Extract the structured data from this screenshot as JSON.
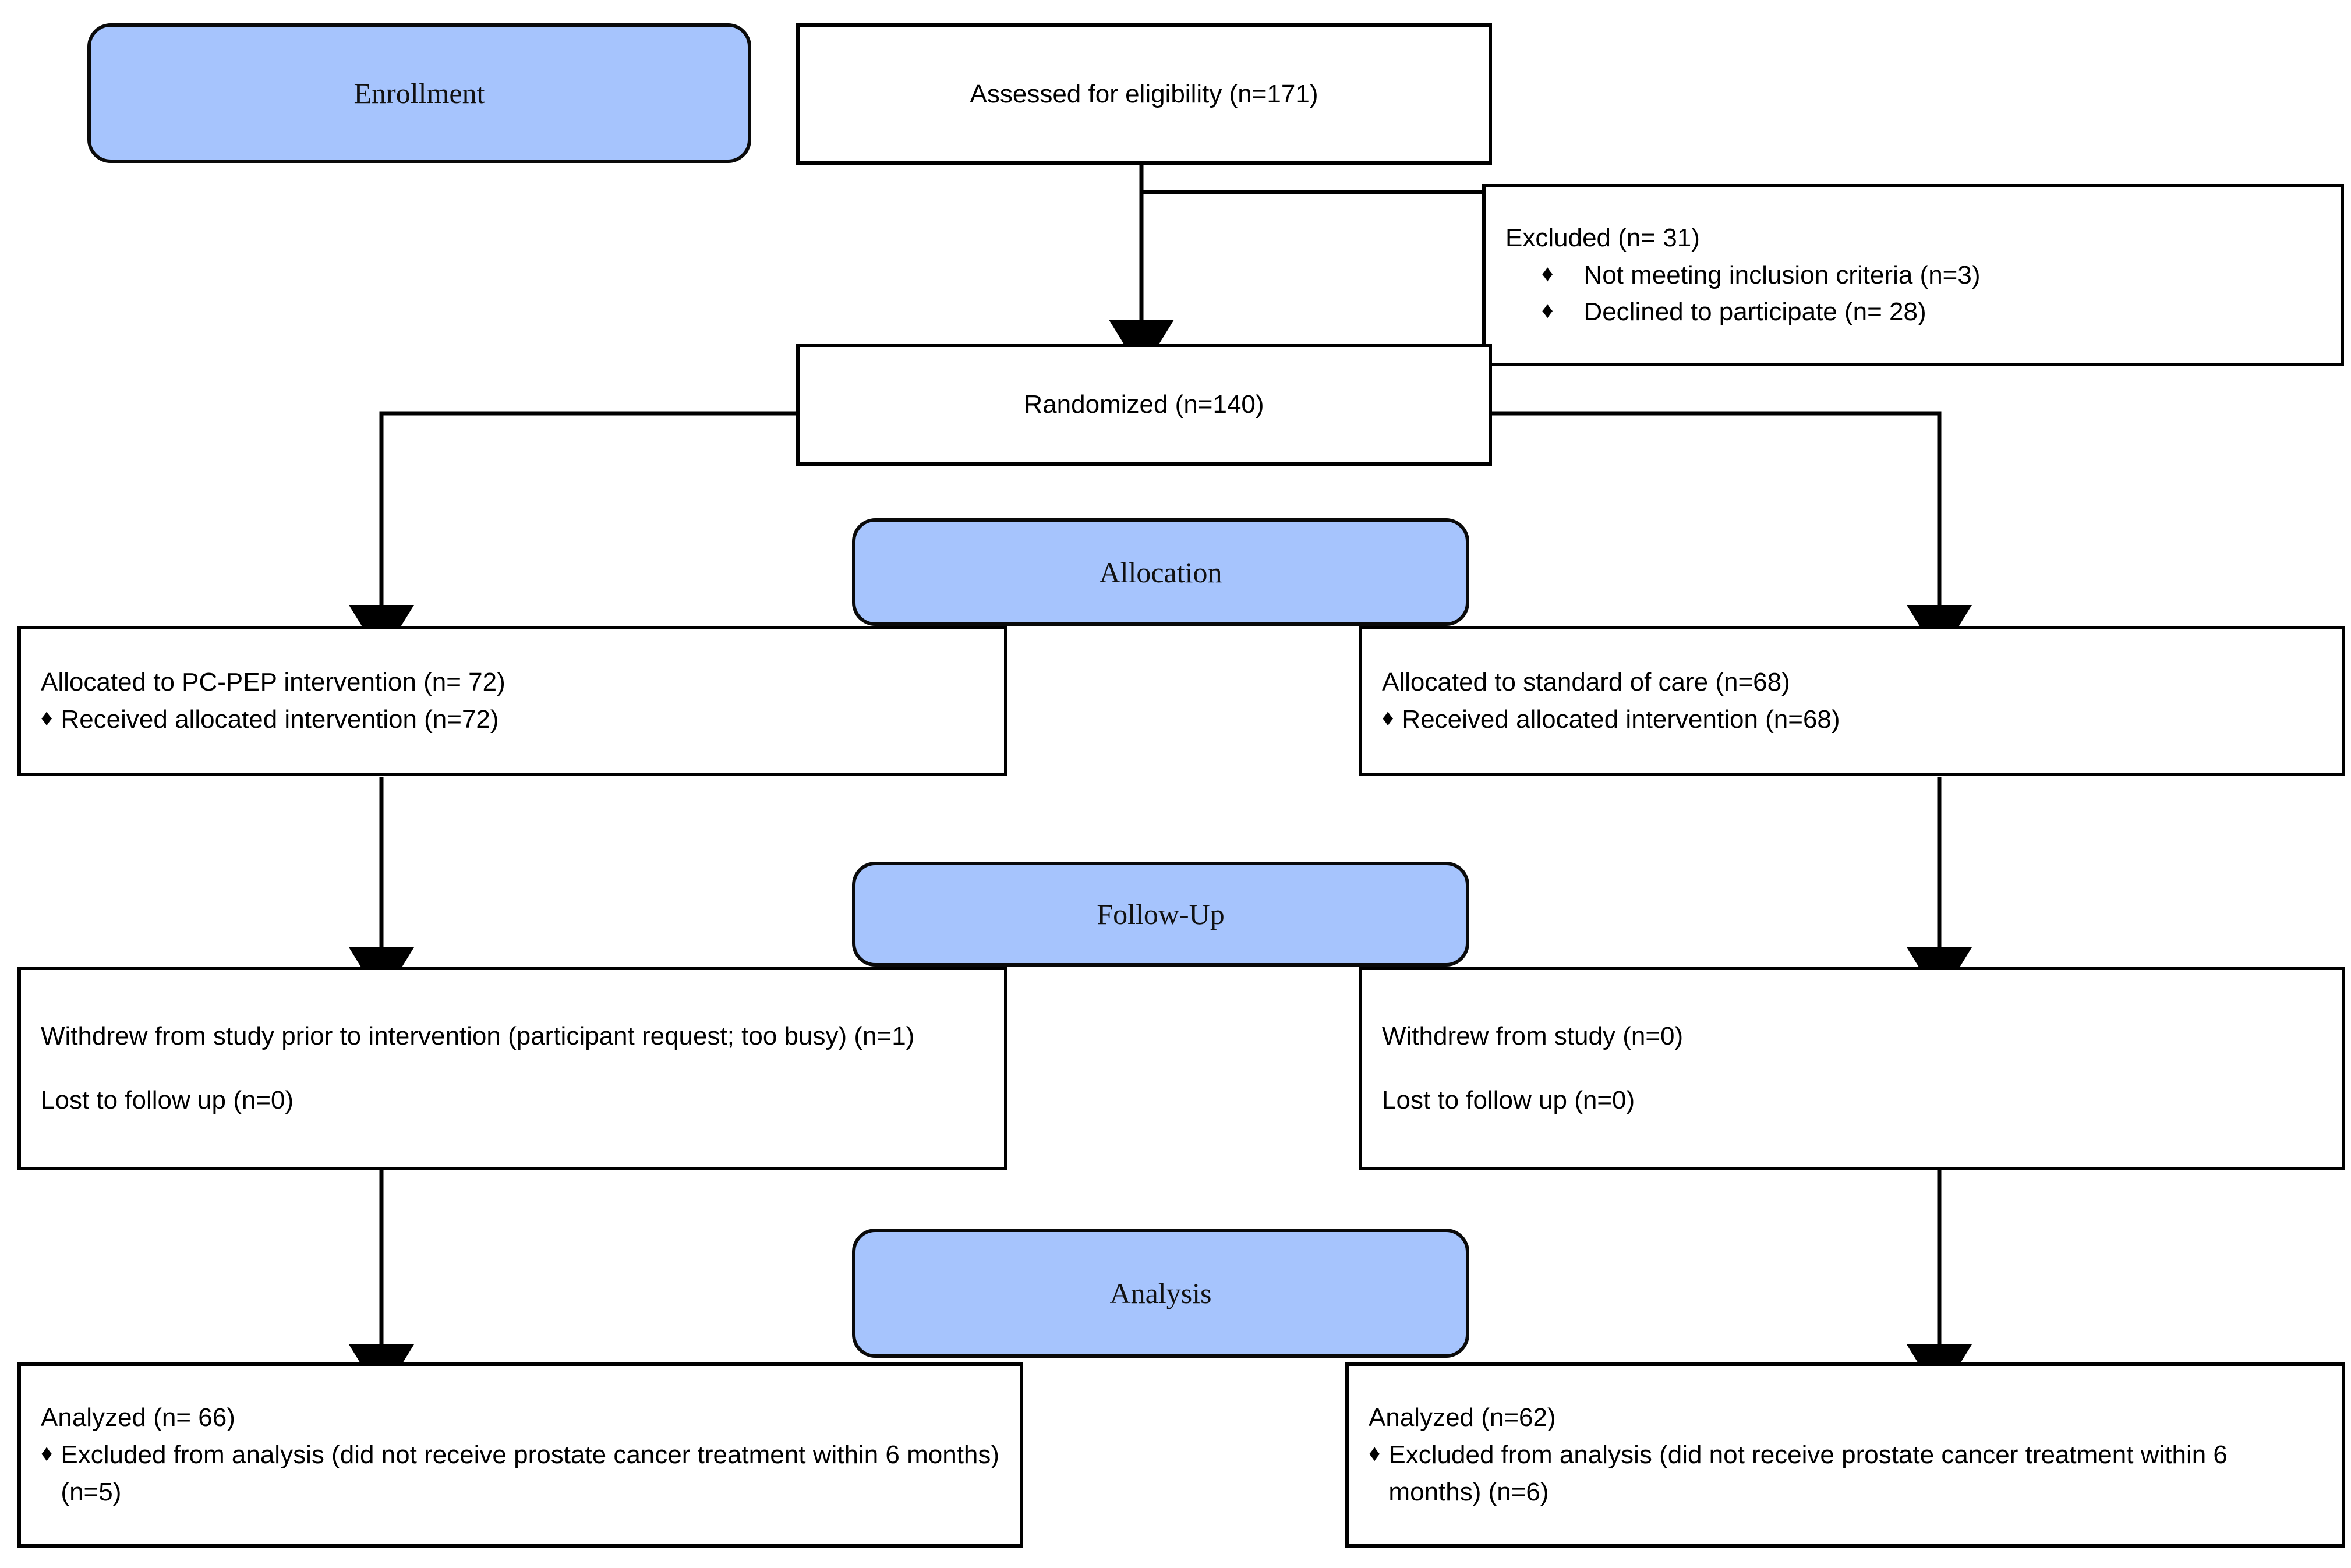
{
  "diagram": {
    "type": "CONSORT participant flow diagram",
    "accent_blue": "#a6c4fd",
    "line_color": "#000000",
    "background": "#ffffff"
  },
  "stages": [
    {
      "id": "enrollment",
      "label": "Enrollment"
    },
    {
      "id": "allocation",
      "label": "Allocation"
    },
    {
      "id": "followup",
      "label": "Follow-Up"
    },
    {
      "id": "analysis",
      "label": "Analysis"
    }
  ],
  "nodes": {
    "assessed": {
      "text": "Assessed for eligibility (n=171)"
    },
    "excluded": {
      "heading": "Excluded (n= 31)",
      "bullet_glyph": "♦",
      "bullets": [
        "Not meeting inclusion criteria (n=3)",
        "Declined to participate (n= 28)"
      ]
    },
    "randomized": {
      "text": "Randomized (n=140)"
    },
    "alloc_left": {
      "heading": "Allocated to PC-PEP intervention (n= 72)",
      "bullet_glyph": "♦",
      "bullets": [
        "Received allocated intervention (n=72)"
      ]
    },
    "alloc_right": {
      "heading": "Allocated to standard of care (n=68)",
      "bullet_glyph": "♦",
      "bullets": [
        "Received allocated intervention (n=68)"
      ]
    },
    "followup_left": {
      "line1": "Withdrew from study prior to intervention (participant request; too busy) (n=1)",
      "line2": "Lost to follow up (n=0)"
    },
    "followup_right": {
      "line1": "Withdrew from study (n=0)",
      "line2": "Lost to follow up (n=0)"
    },
    "analysis_left": {
      "heading": "Analyzed (n= 66)",
      "bullet_glyph": "♦",
      "bullets": [
        "Excluded from analysis (did not receive prostate cancer treatment within 6 months) (n=5)"
      ]
    },
    "analysis_right": {
      "heading": "Analyzed (n=62)",
      "bullet_glyph": "♦",
      "bullets": [
        "Excluded from analysis (did not receive prostate cancer treatment within 6 months) (n=6)"
      ]
    }
  }
}
